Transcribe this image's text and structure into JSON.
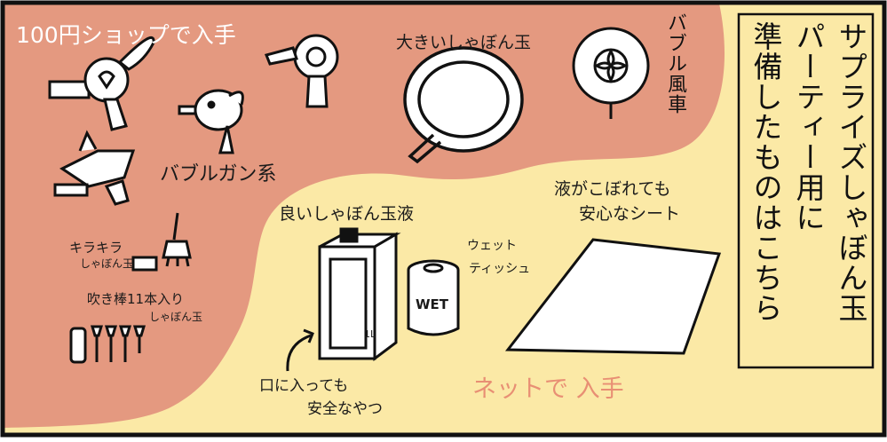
{
  "panel": {
    "background_colors": {
      "cream": "#fbe9a6",
      "salmon": "#e49980",
      "border": "#111111"
    },
    "title_lines": [
      "サプライズしゃぼん玉",
      "パーティー用に",
      "準備したものはこちら"
    ]
  },
  "zones": {
    "shop_100yen": "100円ショップで入手",
    "online": "ネットで 入手"
  },
  "items": {
    "big_bubble": "大きいしゃぼん玉",
    "bubble_pinwheel": "バブル風車",
    "bubble_gun": "バブルガン系",
    "sparkle_bubble_line1": "キラキラ",
    "sparkle_bubble_line2": "しゃぼん玉",
    "blow_stick_line1": "吹き棒11本入り",
    "blow_stick_line2": "しゃぼん玉",
    "good_bubble_liquid": "良いしゃぼん玉液",
    "wet_tissue_line1": "ウェット",
    "wet_tissue_line2": "ティッシュ",
    "wet_label": "WET",
    "sheet_line1": "液がこぼれても",
    "sheet_line2": "安心なシート",
    "safe_line1": "口に入っても",
    "safe_line2": "安全なやつ",
    "carton_mark": "1L"
  }
}
